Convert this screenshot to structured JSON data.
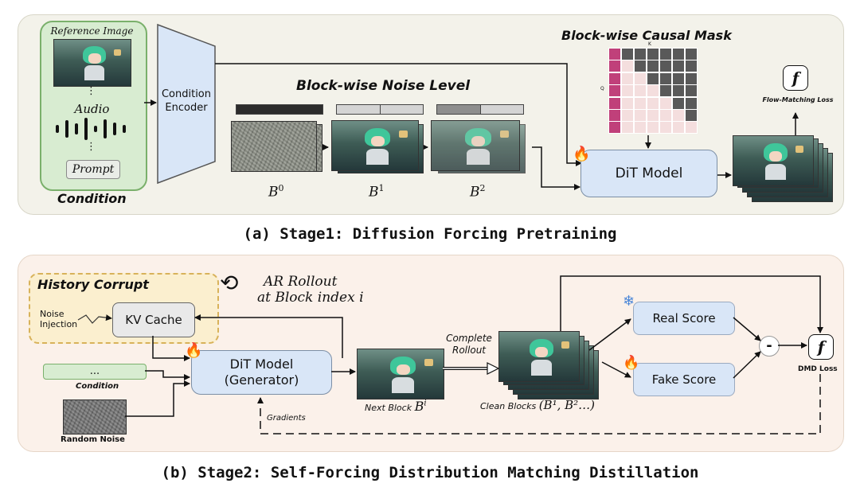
{
  "stage1": {
    "condition": {
      "reference_label": "Reference Image",
      "audio_label": "Audio",
      "prompt_label": "Prompt",
      "title": "Condition",
      "dots": "⋮"
    },
    "encoder_label_1": "Condition",
    "encoder_label_2": "Encoder",
    "noise_title": "Block-wise Noise Level",
    "mask_title": "Block-wise Causal Mask",
    "mask_k": "K",
    "mask_q": "Q",
    "block_labels": [
      "B",
      "B",
      "B"
    ],
    "block_sups": [
      "0",
      "1",
      "2"
    ],
    "dit_label": "DiT Model",
    "loss_symbol": "f",
    "loss_label": "Flow-Matching Loss",
    "caption": "(a) Stage1: Diffusion Forcing Pretraining",
    "colors": {
      "panel_bg": "#f3f2ea",
      "condition_bg": "#d8ecd1",
      "condition_border": "#7ab06b",
      "encoder_bg": "#d9e6f7",
      "dit_bg": "#d9e6f7",
      "mask_pink": "#c0407a",
      "mask_light": "#f4dede",
      "mask_dark": "#595959"
    }
  },
  "stage2": {
    "history_title": "History Corrupt",
    "noise_injection_1": "Noise",
    "noise_injection_2": "Injection",
    "kv_cache": "KV Cache",
    "ar_rollout_1": "AR Rollout",
    "ar_rollout_2": "at Block index i",
    "condition_dots": "...",
    "condition_label": "Condition",
    "random_noise_label": "Random Noise",
    "dit_label_1": "DiT Model",
    "dit_label_2": "(Generator)",
    "next_block_label": "Next Block",
    "next_block_math": "B",
    "next_block_sup": "i",
    "complete_rollout_1": "Complete",
    "complete_rollout_2": "Rollout",
    "clean_blocks_label": "Clean Blocks",
    "clean_blocks_math": "(B¹, B²…)",
    "real_score": "Real Score",
    "fake_score": "Fake Score",
    "minus": "-",
    "loss_symbol": "f",
    "dmd_loss": "DMD Loss",
    "gradients": "Gradients",
    "caption": "(b) Stage2: Self-Forcing Distribution Matching Distillation",
    "colors": {
      "panel_bg": "#fbf1ea",
      "history_bg": "#fbefcf",
      "history_border": "#d8b25a",
      "score_bg": "#d9e6f7"
    }
  }
}
